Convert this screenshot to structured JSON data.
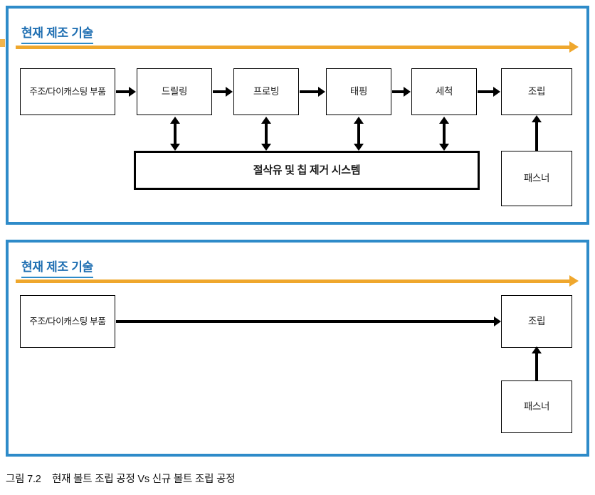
{
  "figure": {
    "caption": "그림 7.2    현재 볼트 조립 공정 Vs 신규 볼트 조립 공정"
  },
  "colors": {
    "panel_border_blue": "#2E8BC9",
    "title_blue": "#1F6FB2",
    "timeline_orange": "#EFA72D",
    "connector_black": "#000000",
    "background": "#FFFFFF"
  },
  "panels": [
    {
      "id": "current-process",
      "title": "현재 제조 기술",
      "timeline_arrow_label": "process-flow-direction",
      "boxes": [
        {
          "id": "casting",
          "label": "주조/다이캐스팅 부품"
        },
        {
          "id": "drilling",
          "label": "드릴링"
        },
        {
          "id": "probing",
          "label": "프로빙"
        },
        {
          "id": "tapping",
          "label": "태핑"
        },
        {
          "id": "washing",
          "label": "세척"
        },
        {
          "id": "assembly",
          "label": "조립"
        },
        {
          "id": "system",
          "label": "절삭유 및 칩 제거 시스템"
        },
        {
          "id": "fastener",
          "label": "패스너"
        }
      ],
      "connections": [
        {
          "from": "casting",
          "to": "drilling",
          "type": "single-right"
        },
        {
          "from": "drilling",
          "to": "probing",
          "type": "single-right"
        },
        {
          "from": "probing",
          "to": "tapping",
          "type": "single-right"
        },
        {
          "from": "tapping",
          "to": "washing",
          "type": "single-right"
        },
        {
          "from": "washing",
          "to": "assembly",
          "type": "single-right"
        },
        {
          "from": "drilling",
          "to": "system",
          "type": "double-vertical"
        },
        {
          "from": "probing",
          "to": "system",
          "type": "double-vertical"
        },
        {
          "from": "tapping",
          "to": "system",
          "type": "double-vertical"
        },
        {
          "from": "washing",
          "to": "system",
          "type": "double-vertical"
        },
        {
          "from": "fastener",
          "to": "assembly",
          "type": "single-up"
        }
      ]
    },
    {
      "id": "new-process",
      "title": "현재 제조 기술",
      "timeline_arrow_label": "process-flow-direction",
      "boxes": [
        {
          "id": "casting",
          "label": "주조/다이캐스팅 부품"
        },
        {
          "id": "assembly",
          "label": "조립"
        },
        {
          "id": "fastener",
          "label": "패스너"
        }
      ],
      "connections": [
        {
          "from": "casting",
          "to": "assembly",
          "type": "single-right"
        },
        {
          "from": "fastener",
          "to": "assembly",
          "type": "single-up"
        }
      ]
    }
  ]
}
